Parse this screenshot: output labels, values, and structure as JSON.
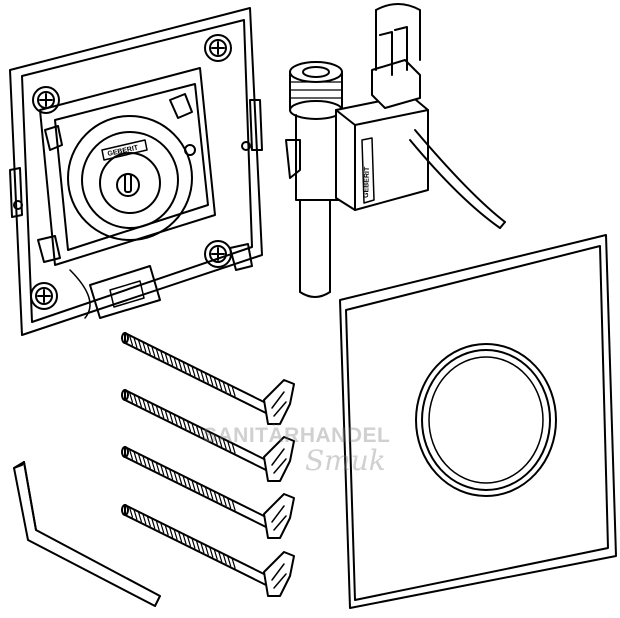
{
  "figure": {
    "brand_label": "GEBERIT",
    "watermark": {
      "line1": "SANITÄRHANDEL",
      "line2": "Smuk"
    },
    "parts": {
      "mounting_frame": "mounting-frame",
      "solenoid_valve": "solenoid-valve",
      "cover_plate": "cover-plate",
      "bolts_count": 4,
      "tool": "hex-key"
    },
    "colors": {
      "line": "#000000",
      "background": "#ffffff",
      "watermark": "#9a9a9a"
    }
  }
}
